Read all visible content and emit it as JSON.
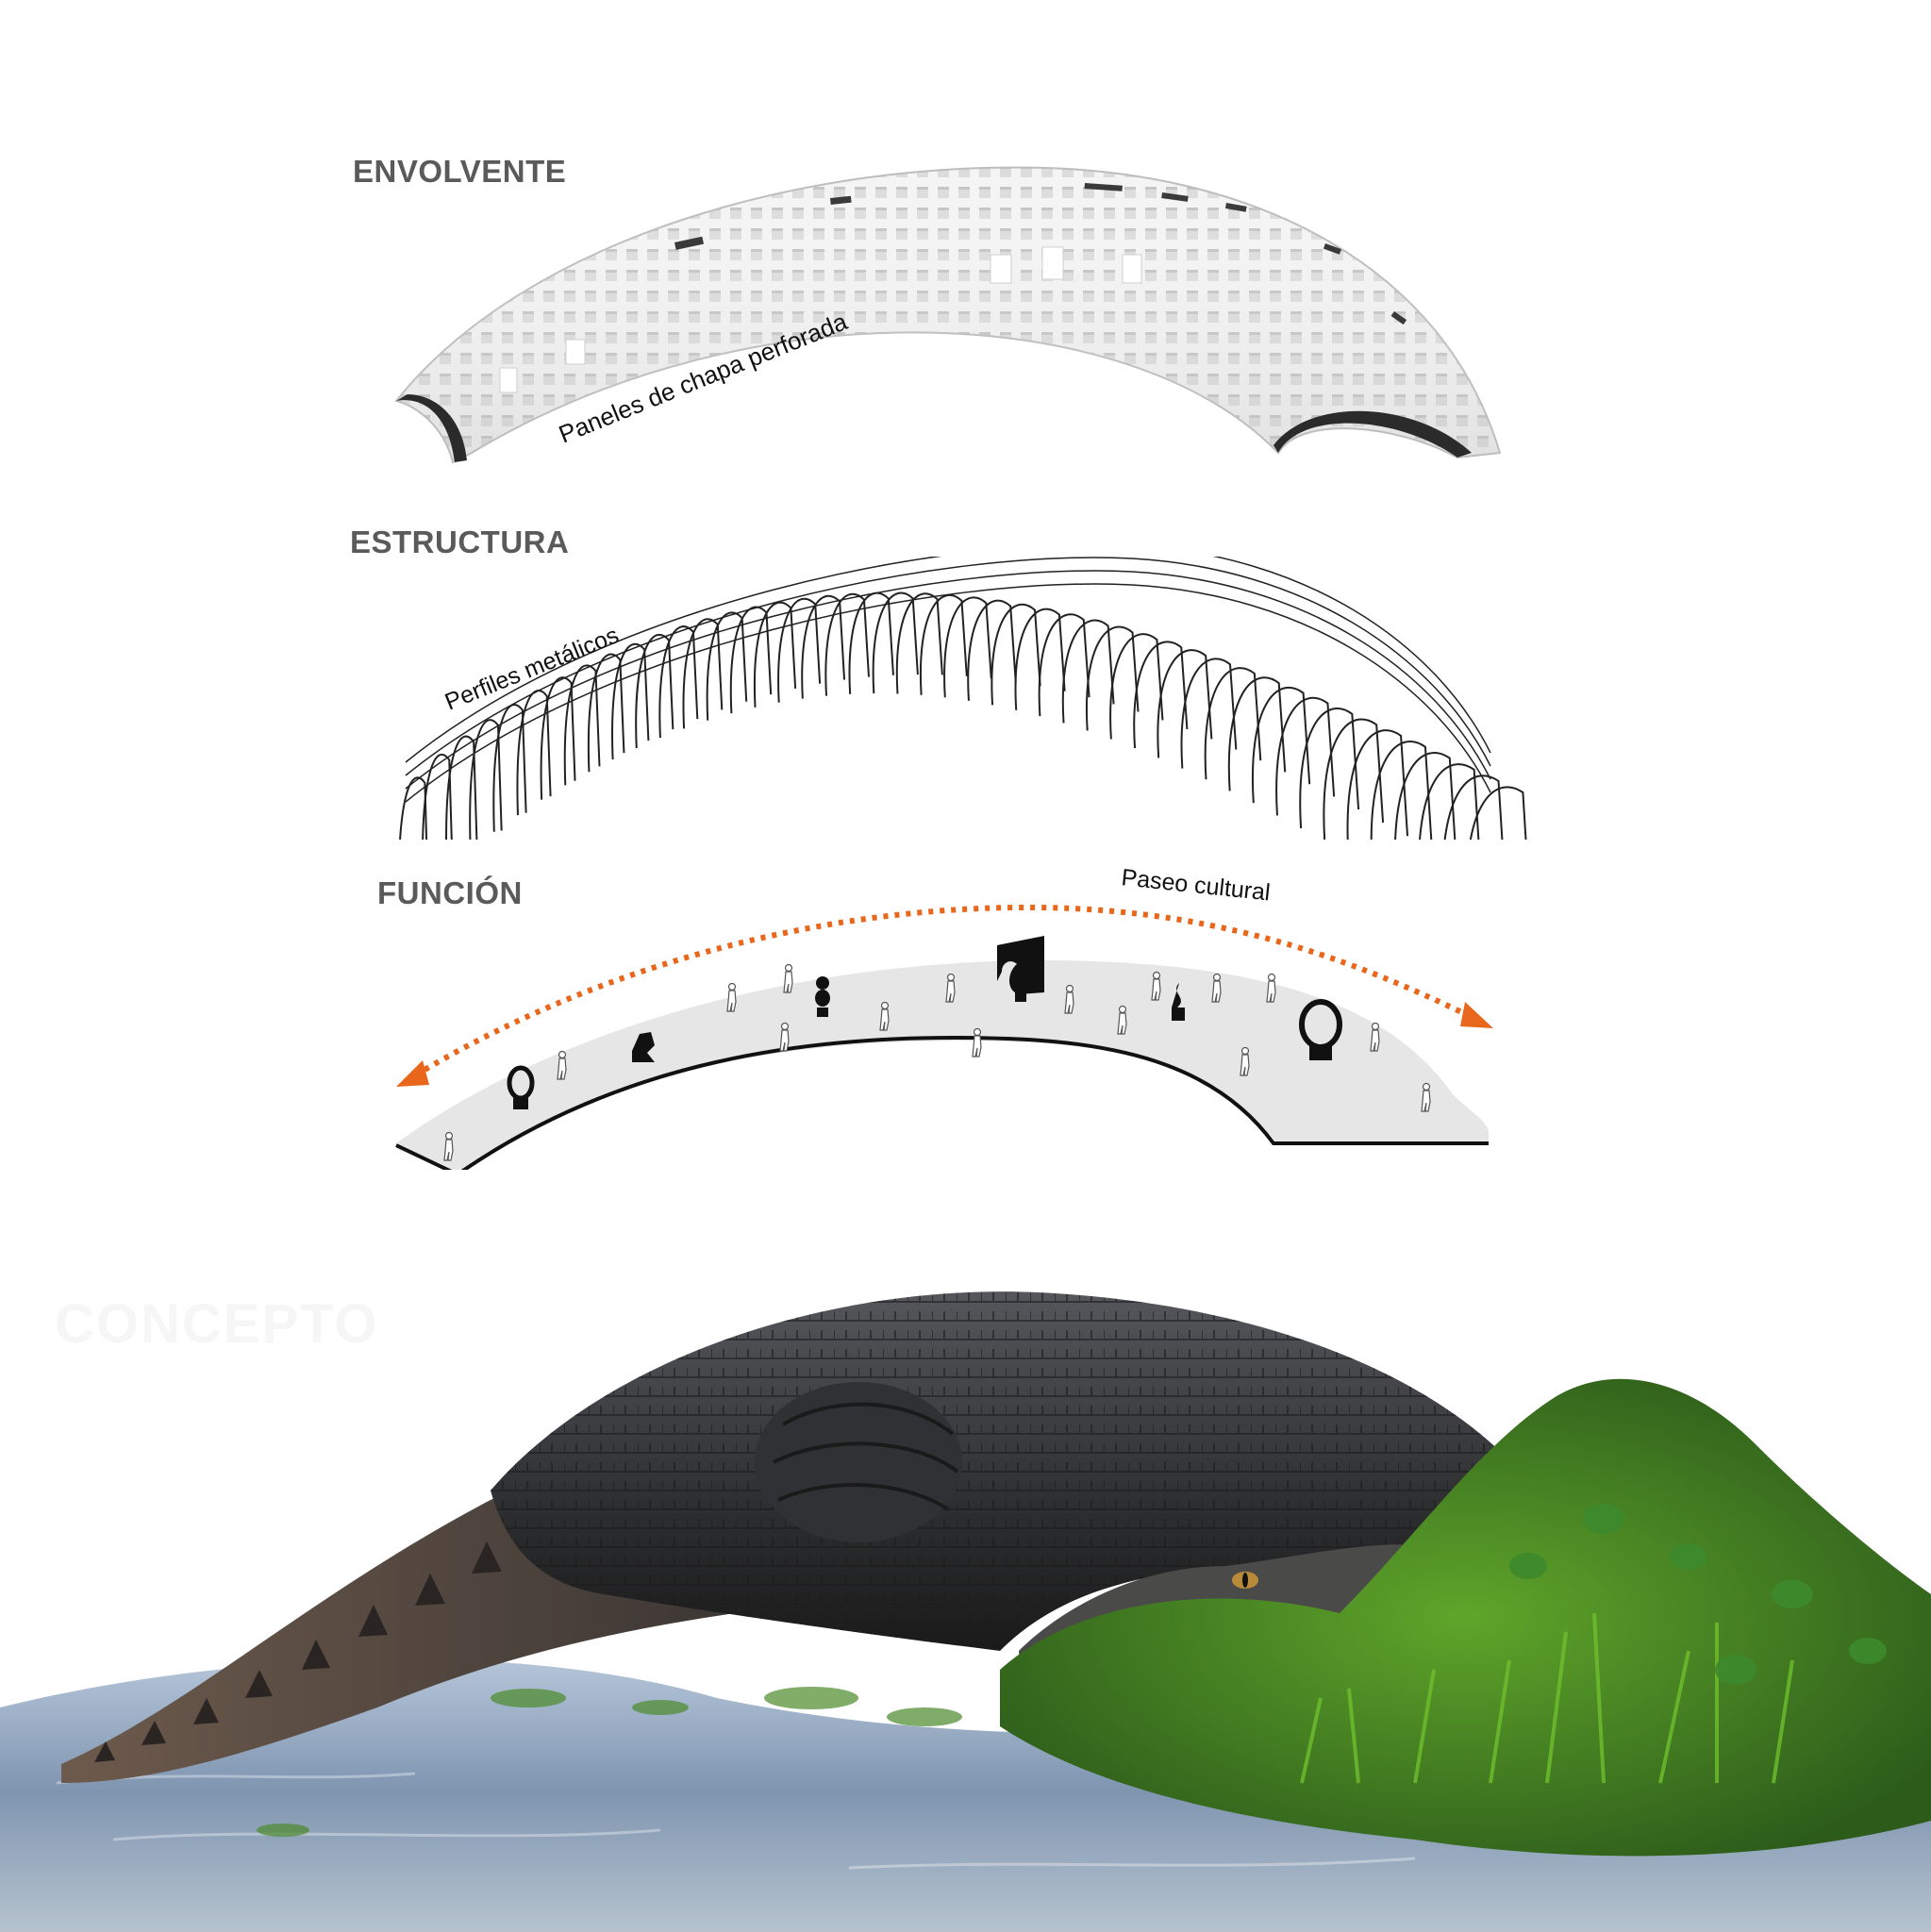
{
  "sections": {
    "envolvente": {
      "title": "ENVOLVENTE",
      "label": "Paneles de chapa perforada"
    },
    "estructura": {
      "title": "ESTRUCTURA",
      "label": "Perfiles metálicos"
    },
    "funcion": {
      "title": "FUNCIÓN",
      "label": "Paseo cultural"
    },
    "concepto": {
      "title": "CONCEPTO"
    }
  },
  "colors": {
    "heading": "#5a5a5a",
    "arrow": "#e8671c",
    "deck": "#e6e6e6",
    "outline": "#111111"
  },
  "icons": [
    "sculpture-icon",
    "pedestrian-icon",
    "arrow-left-icon",
    "arrow-right-icon"
  ]
}
